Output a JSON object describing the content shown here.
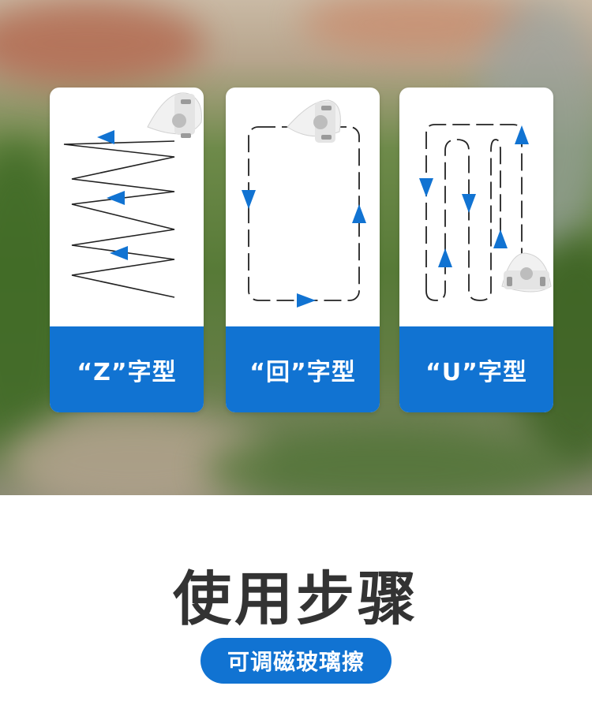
{
  "cards": [
    {
      "label": "“Z”字型"
    },
    {
      "label": "“回”字型"
    },
    {
      "label": "“U”字型"
    }
  ],
  "title": "使用步骤",
  "badge": "可调磁玻璃擦",
  "colors": {
    "accent": "#1173d2",
    "title": "#333333",
    "path_line": "#222222"
  }
}
